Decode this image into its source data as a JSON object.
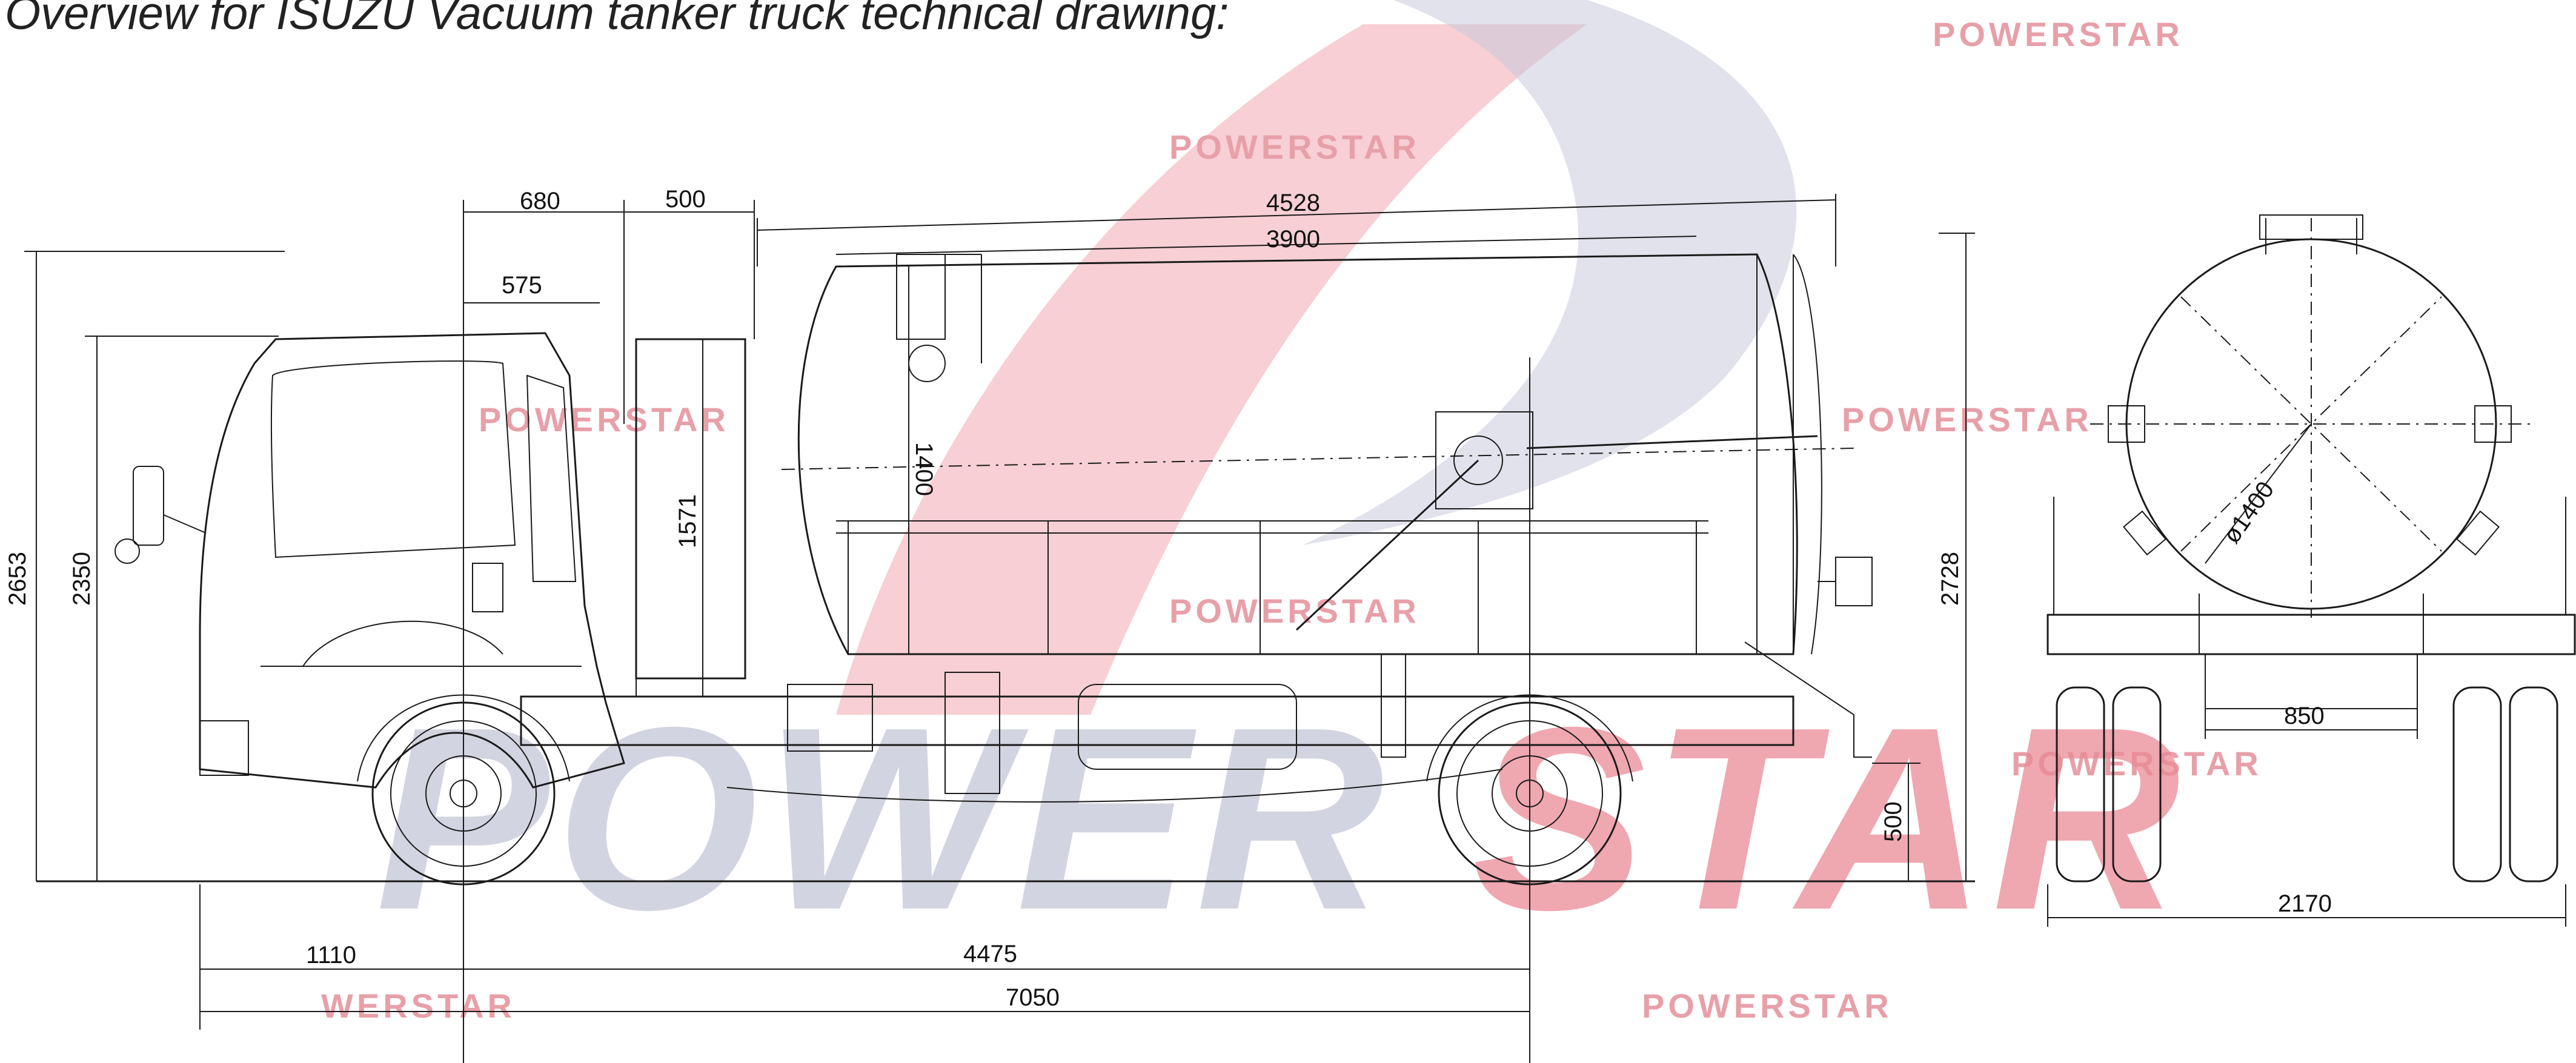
{
  "title": "Overview for ISUZU Vacuum tanker truck technical drawing:",
  "watermark": {
    "brand": "POWERSTAR",
    "brand_left": "POWER",
    "brand_right": "STAR",
    "small_mark": "POWERSTAR",
    "small_mark_cut": "WERSTAR",
    "big_color_left": "#c5c6d8",
    "big_color_right": "#ea8a96",
    "swoosh_red": "#f0a7b0",
    "swoosh_blue": "#c8cadb"
  },
  "dimensions": {
    "d680": "680",
    "d500_top": "500",
    "d4528": "4528",
    "d3900": "3900",
    "d575": "575",
    "d2653": "2653",
    "d2350": "2350",
    "d1571": "1571",
    "d1400": "1400",
    "d2728": "2728",
    "d500_rear": "500",
    "d1110": "1110",
    "d4475": "4475",
    "d7050": "7050",
    "tank_diameter": "ø1400",
    "d850": "850",
    "d2170": "2170"
  }
}
